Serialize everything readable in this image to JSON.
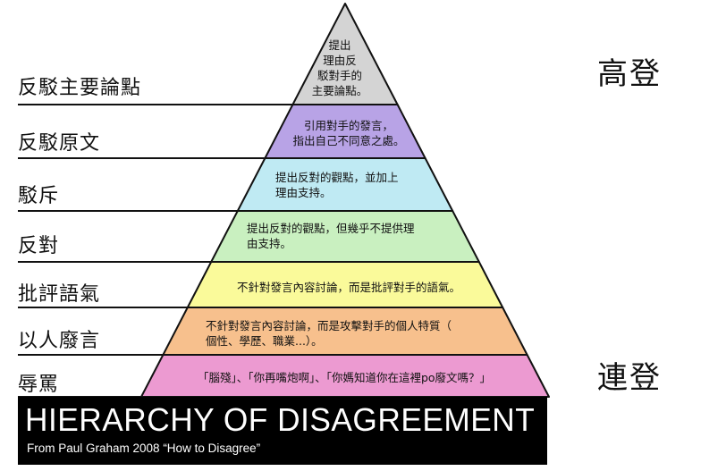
{
  "title": "HIERARCHY OF DISAGREEMENT",
  "subtitle": "From Paul Graham 2008 “How to Disagree”",
  "top_label": "高登",
  "bottom_label": "連登",
  "tiers": [
    {
      "label": "反駁主要論點",
      "description": "提出理由反駁對手的主要論點。",
      "lines": [
        "提出",
        "理由反",
        "駁對手的",
        "主要論點。"
      ],
      "color": "#d4d4d4"
    },
    {
      "label": "反駁原文",
      "description": "引用對手的發言，指出自己不同意之處。",
      "lines": [
        "引用對手的發言，",
        "指出自己不同意之處。"
      ],
      "color": "#b8a3e6"
    },
    {
      "label": "駁斥",
      "description": "提出反對的觀點，並加上理由支持。",
      "lines": [
        "提出反對的觀點，並加上",
        "理由支持。"
      ],
      "color": "#bfeaf3"
    },
    {
      "label": "反對",
      "description": "提出反對的觀點，但幾乎不提供理由支持。",
      "lines": [
        "提出反對的觀點，但幾乎不提供理",
        "由支持。"
      ],
      "color": "#c9f0c0"
    },
    {
      "label": "批評語氣",
      "description": "不針對發言內容討論，而是批評對手的語氣。",
      "lines": [
        "不針對發言內容討論，而是批評對手的語氣。"
      ],
      "color": "#fafa9a"
    },
    {
      "label": "以人廢言",
      "description": "不針對發言內容討論，而是攻擊對手的個人特質（個性、學歷、職業...）。",
      "lines": [
        "不針對發言內容討論，而是攻擊對手的個人特質（",
        "個性、學歷、職業...）。"
      ],
      "color": "#f7c08d"
    },
    {
      "label": "辱罵",
      "description": "「腦殘」、「你再嘴炮啊」、「你媽知道你在這裡po廢文嗎？」",
      "lines": [
        "「腦殘」、「你再嘴炮啊」、「你媽知道你在這裡po廢文嗎？」"
      ],
      "color": "#ec9ad1"
    }
  ]
}
